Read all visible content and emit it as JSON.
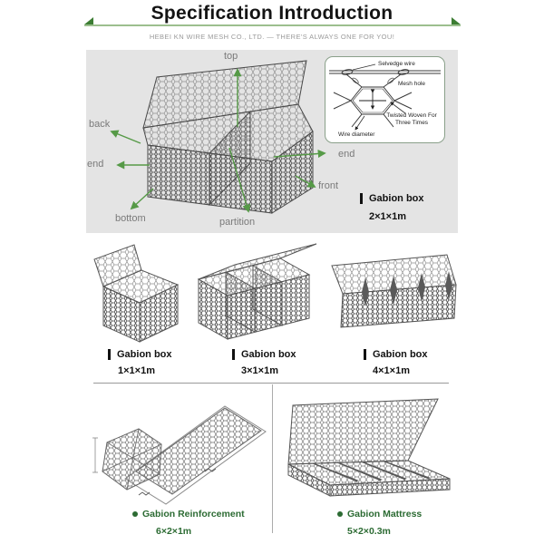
{
  "header": {
    "title": "Specification Introduction",
    "subtitle": "HEBEI KN WIRE MESH CO., LTD. — THERE'S ALWAYS ONE FOR YOU!"
  },
  "main": {
    "part_labels": {
      "top": "top",
      "back": "back",
      "end_left": "end",
      "bottom": "bottom",
      "partition": "partition",
      "end_right": "end",
      "front": "front"
    },
    "inset": {
      "selvedge_wire": "Selvedge wire",
      "mesh_hole": "Mesh hole",
      "twisted_line1": "Twisted Woven For",
      "twisted_line2": "Three Times",
      "wire_diameter": "Wire diameter"
    },
    "product": {
      "name": "Gabion box",
      "size": "2×1×1m"
    }
  },
  "middle_products": [
    {
      "name": "Gabion box",
      "size": "1×1×1m"
    },
    {
      "name": "Gabion box",
      "size": "3×1×1m"
    },
    {
      "name": "Gabion box",
      "size": "4×1×1m"
    }
  ],
  "bottom_products": [
    {
      "name": "Gabion Reinforcement",
      "size": "6×2×1m"
    },
    {
      "name": "Gabion Mattress",
      "size": "5×2×0.3m"
    }
  ],
  "colors": {
    "accent_green_arrow": "#569a47",
    "underline_green": "#9cbf8e",
    "corner_green": "#3c7d33",
    "panel_gray": "#e4e4e4",
    "caption_green": "#2c6b33",
    "label_gray": "#7a7a7a"
  }
}
